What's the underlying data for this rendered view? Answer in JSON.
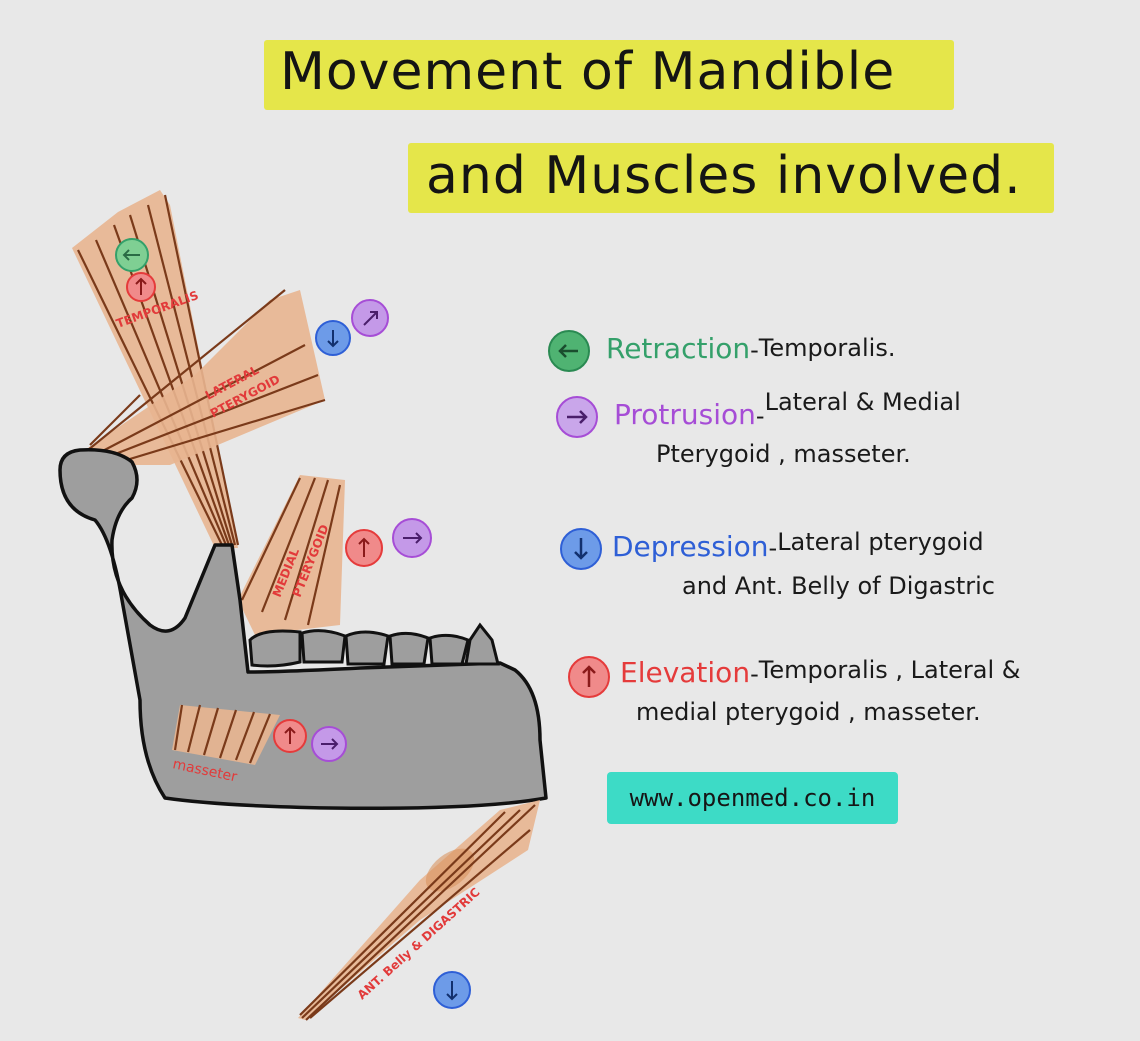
{
  "title": {
    "line1": "Movement of Mandible",
    "line2": "and Muscles involved."
  },
  "legend": [
    {
      "icon": "left-arrow-icon",
      "color": "#34a06a",
      "term": "Retraction",
      "sep": " - ",
      "desc": "Temporalis."
    },
    {
      "icon": "right-arrow-icon",
      "color": "#a64dd6",
      "term": "Protrusion",
      "sep": " - ",
      "desc": "Lateral & Medial",
      "desc2": "Pterygoid , masseter."
    },
    {
      "icon": "down-arrow-icon",
      "color": "#2e5fd6",
      "term": "Depression",
      "sep": " - ",
      "desc": "Lateral pterygoid",
      "desc2": "and   Ant. Belly of Digastric"
    },
    {
      "icon": "up-arrow-icon",
      "color": "#e53b3b",
      "term": "Elevation",
      "sep": " - ",
      "desc": "Temporalis , Lateral &",
      "desc2": "medial pterygoid , masseter."
    }
  ],
  "website": "www.openmed.co.in",
  "muscle_labels": {
    "temporalis": "TEMPORALIS",
    "lateral_pterygoid_1": "LATERAL",
    "lateral_pterygoid_2": "PTERYGOID",
    "medial_pterygoid_1": "MEDIAL",
    "medial_pterygoid_2": "PTERYGOID",
    "masseter": "masseter",
    "digastric": "ANT. Belly & DIGASTRIC"
  },
  "colors": {
    "background": "#e8e8e8",
    "highlight": "#e5e64a",
    "bone": "#9e9e9e",
    "muscle": "#e8b590",
    "muscle_line": "#7a3a1a",
    "label_red": "#e23a3a",
    "website_bg": "#3ddbc6"
  }
}
